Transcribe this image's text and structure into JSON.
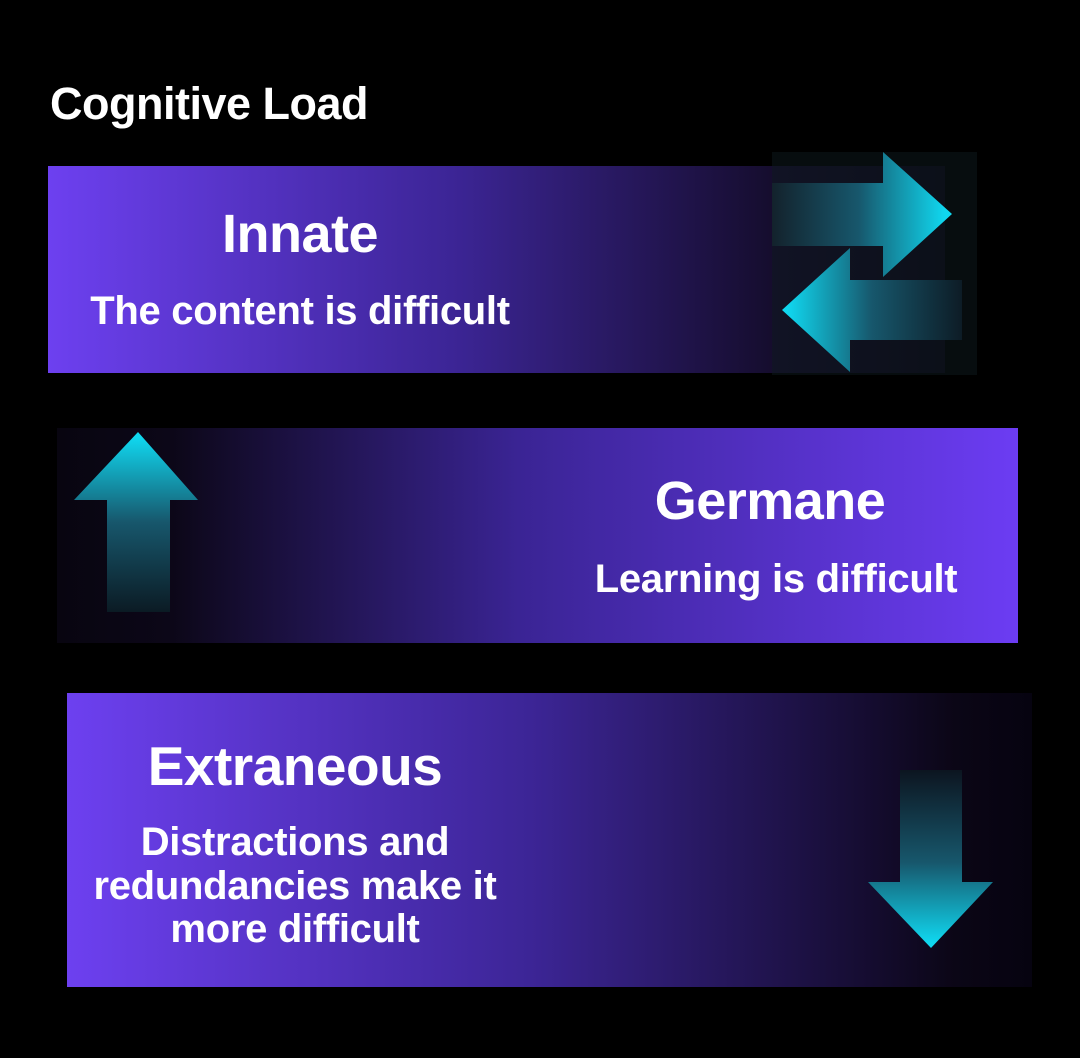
{
  "title": "Cognitive Load",
  "bands": [
    {
      "heading": "Innate",
      "subtitle": "The content is difficult",
      "arrows": [
        "right-arrow",
        "left-arrow"
      ],
      "gradient_direction": "bright-left-to-dark-right"
    },
    {
      "heading": "Germane",
      "subtitle": "Learning is difficult",
      "arrows": [
        "up-arrow"
      ],
      "gradient_direction": "dark-left-to-bright-right"
    },
    {
      "heading": "Extraneous",
      "subtitle": "Distractions and redundancies make it more difficult",
      "arrows": [
        "down-arrow"
      ],
      "gradient_direction": "bright-left-to-dark-right"
    }
  ],
  "colors": {
    "background": "#000000",
    "purple_bright": "#6d40f0",
    "purple_mid": "#3c2596",
    "purple_dark": "#0a0614",
    "cyan_bright": "#10d7ef",
    "teal_dark": "#0d1c26",
    "text": "#ffffff"
  }
}
